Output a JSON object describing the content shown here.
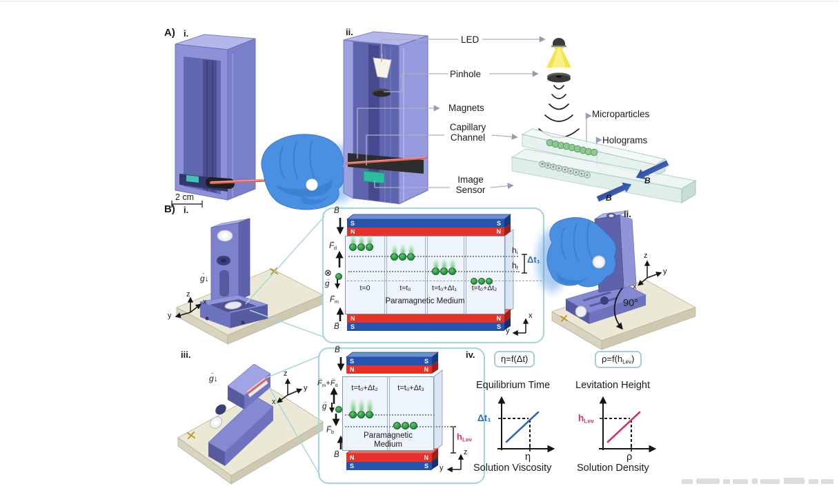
{
  "colors": {
    "device_blue": "#8489d2",
    "glove_blue": "#4a90e2",
    "base_beige": "#ece8d6",
    "magnet_blue": "#2553ae",
    "magnet_red": "#e63229",
    "particle_green": "#2f9e44",
    "medium_fill": "#eef4fb",
    "zoom_teal": "#a9d6d8",
    "delta_t_blue": "#2f6fbd",
    "h_lev_pink": "#d23368",
    "graph_line_blue": "#2e66b5",
    "graph_line_pink": "#c9355f",
    "capillary_red": "#e0635a",
    "sensor_green": "#2bbd9e",
    "led_yellow": "#f7e23b"
  },
  "symbols": {
    "vector_arrow": "→",
    "circle_times": "⊗",
    "arrow_down": "↓",
    "magnet_s": "S",
    "magnet_n": "N"
  },
  "panel_a": {
    "panel_tag": "A)",
    "item_i": "i.",
    "item_ii": "ii.",
    "scale_bar": "2 cm",
    "label_led": "LED",
    "label_pinhole": "Pinhole",
    "label_magnets": "Magnets",
    "label_capillary": "Capillary\nChannel",
    "label_image_sensor": "Image\nSensor",
    "label_microparticles": "Microparticles",
    "label_holograms": "Holograms",
    "b_field": "B"
  },
  "panel_b": {
    "panel_tag": "B)",
    "item_i": "i.",
    "item_ii": "ii.",
    "item_iii": "iii.",
    "item_iv": "iv.",
    "gravity": "g",
    "rotation_angle": "90°",
    "axis_x": "x",
    "axis_y": "y",
    "axis_z": "z",
    "force_f": "F",
    "force_sub_drag": "d",
    "force_sub_mag": "m",
    "force_sub_buoy": "b",
    "plus": "+",
    "b_field": "B",
    "bi": {
      "times": [
        "t=0",
        "t=t₀",
        "t=t₀+Δt₁",
        "t=t₀+Δt₂"
      ],
      "medium": "Paramagnetic Medium",
      "h": "h",
      "h_sub_initial": "i",
      "h_sub_final": "f",
      "delta_t1": "Δt₁"
    },
    "biii": {
      "times": [
        "t=t₀+Δt₂",
        "t=t₀+Δt₃"
      ],
      "medium": "Paramagnetic\nMedium",
      "h": "h",
      "h_sub_lev": "Lev"
    },
    "biv": {
      "formula_viscosity": "η=f(Δt)",
      "formula_density_pre": "ρ=f(h",
      "formula_density_sub": "Lev",
      "formula_density_post": ")",
      "title_left": "Equilibrium Time",
      "title_right": "Levitation Height",
      "ylabel_left": "Δt₁",
      "ylabel_right_base": "h",
      "ylabel_right_sub": "Lev",
      "xtick_left": "η",
      "xtick_right": "ρ",
      "xlabel_left": "Solution Viscosity",
      "xlabel_right": "Solution Density"
    }
  }
}
